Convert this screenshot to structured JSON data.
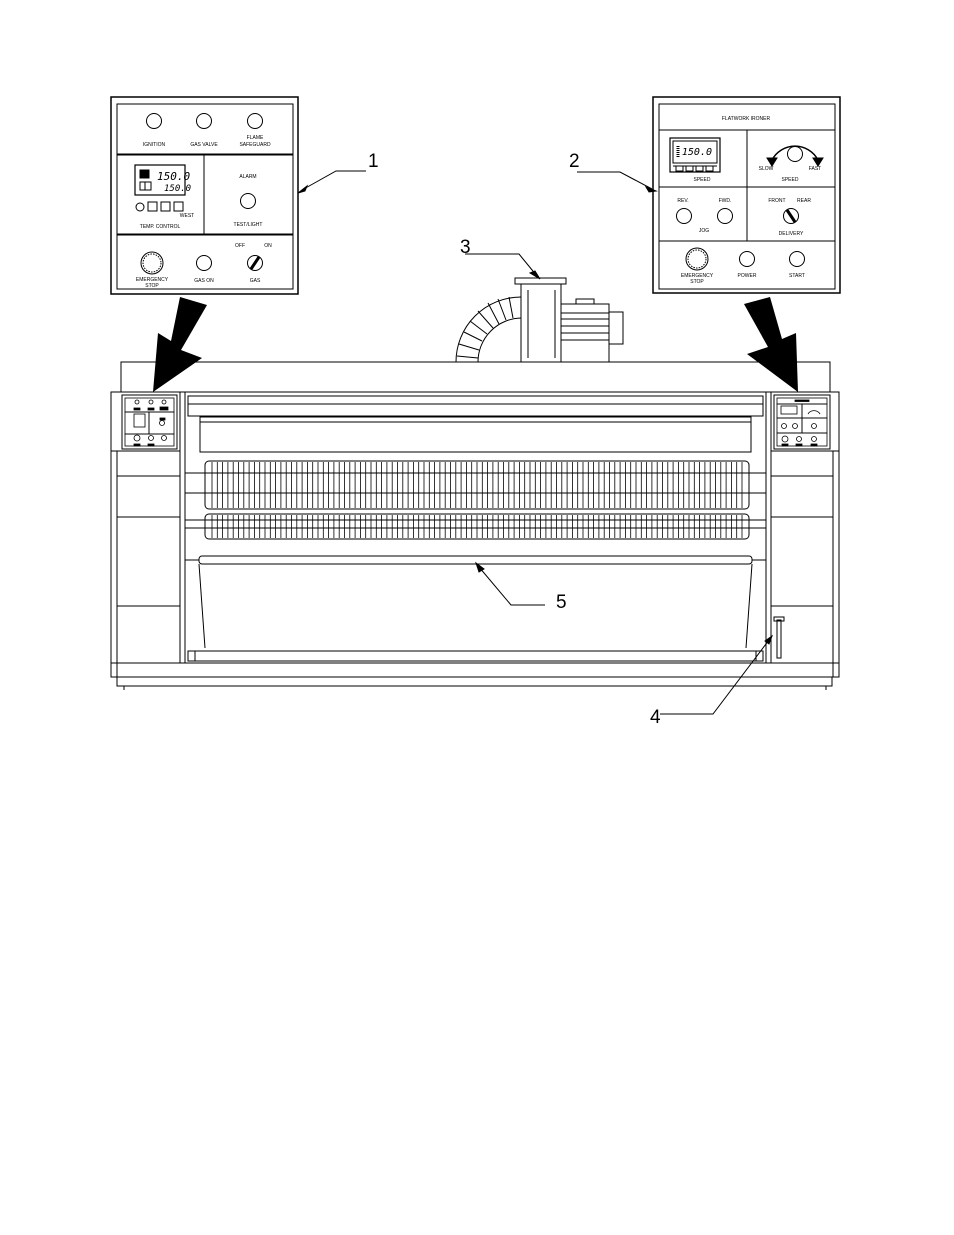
{
  "panel_left": {
    "ignition_label": "IGNITION",
    "gas_valve_label": "GAS VALVE",
    "flame_label_line1": "FLAME",
    "flame_label_line2": "SAFEGUARD",
    "display_top": "150.0",
    "display_bottom": "150.0",
    "temp_control_label": "TEMP. CONTROL",
    "brand_mark": "WEST",
    "alarm_label": "ALARM",
    "test_label": "TEST/LIGHT",
    "off_label": "OFF",
    "on_label": "ON",
    "emergency_label_line1": "EMERGENCY",
    "emergency_label_line2": "STOP",
    "gas_on_label": "GAS ON",
    "gas_label": "GAS"
  },
  "panel_right": {
    "title": "FLATWORK IRONER",
    "display_value": "150.0",
    "speed_label": "SPEED",
    "slow_label": "SLOW",
    "fast_label": "FAST",
    "speed_dial_label": "SPEED",
    "rev_label": "REV.",
    "fwd_label": "FWD.",
    "jog_label": "JOG",
    "front_label": "FRONT",
    "rear_label": "REAR",
    "delivery_label": "DELIVERY",
    "emergency_label_line1": "EMERGENCY",
    "emergency_label_line2": "STOP",
    "power_label": "POWER",
    "start_label": "START"
  },
  "callouts": [
    "1",
    "2",
    "3",
    "4",
    "5"
  ],
  "colors": {
    "ink": "#000000",
    "paper": "#ffffff",
    "shade": "#cccccc"
  }
}
